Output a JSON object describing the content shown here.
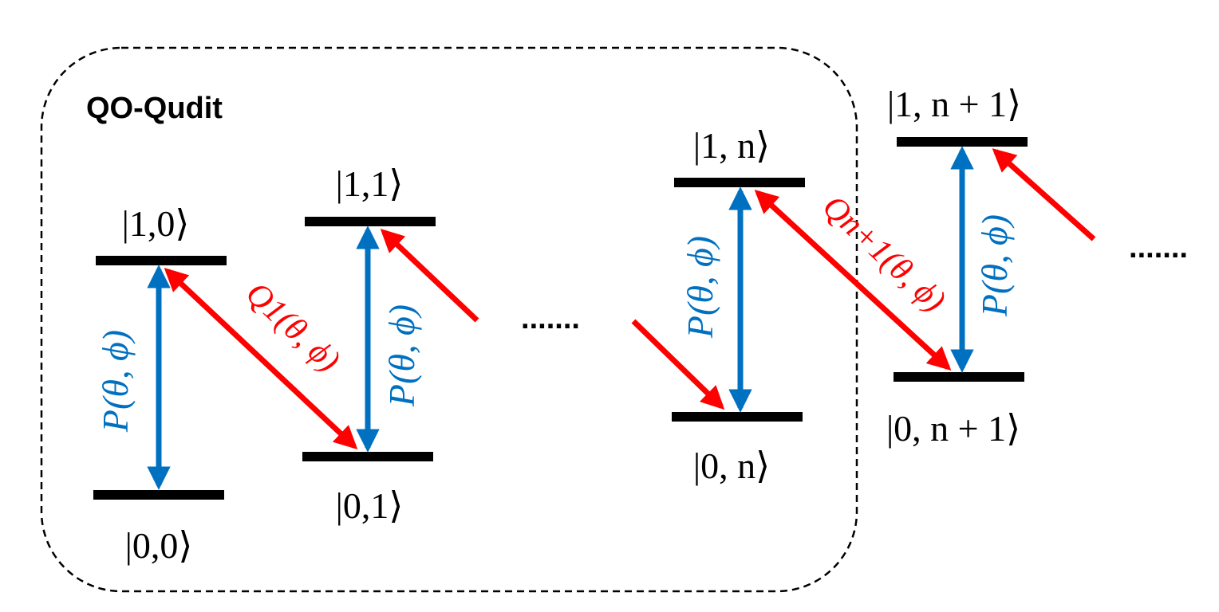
{
  "title": "QO-Qudit",
  "colors": {
    "level": "#000000",
    "p_transition": "#0070C0",
    "q_transition": "#FF0000",
    "boundary": "#000000"
  },
  "levels": {
    "upper_0": "|1,0⟩",
    "lower_0": "|0,0⟩",
    "upper_1": "|1,1⟩",
    "lower_1": "|0,1⟩",
    "upper_n": "|1, n⟩",
    "lower_n": "|0, n⟩",
    "upper_n1": "|1, n + 1⟩",
    "lower_n1": "|0, n + 1⟩"
  },
  "transitions": {
    "p_label": "P(θ, ϕ)",
    "q1_label": "Q1(θ, ϕ)",
    "qn1_label": "Qn+1(θ, ϕ)"
  },
  "ellipsis": "......."
}
